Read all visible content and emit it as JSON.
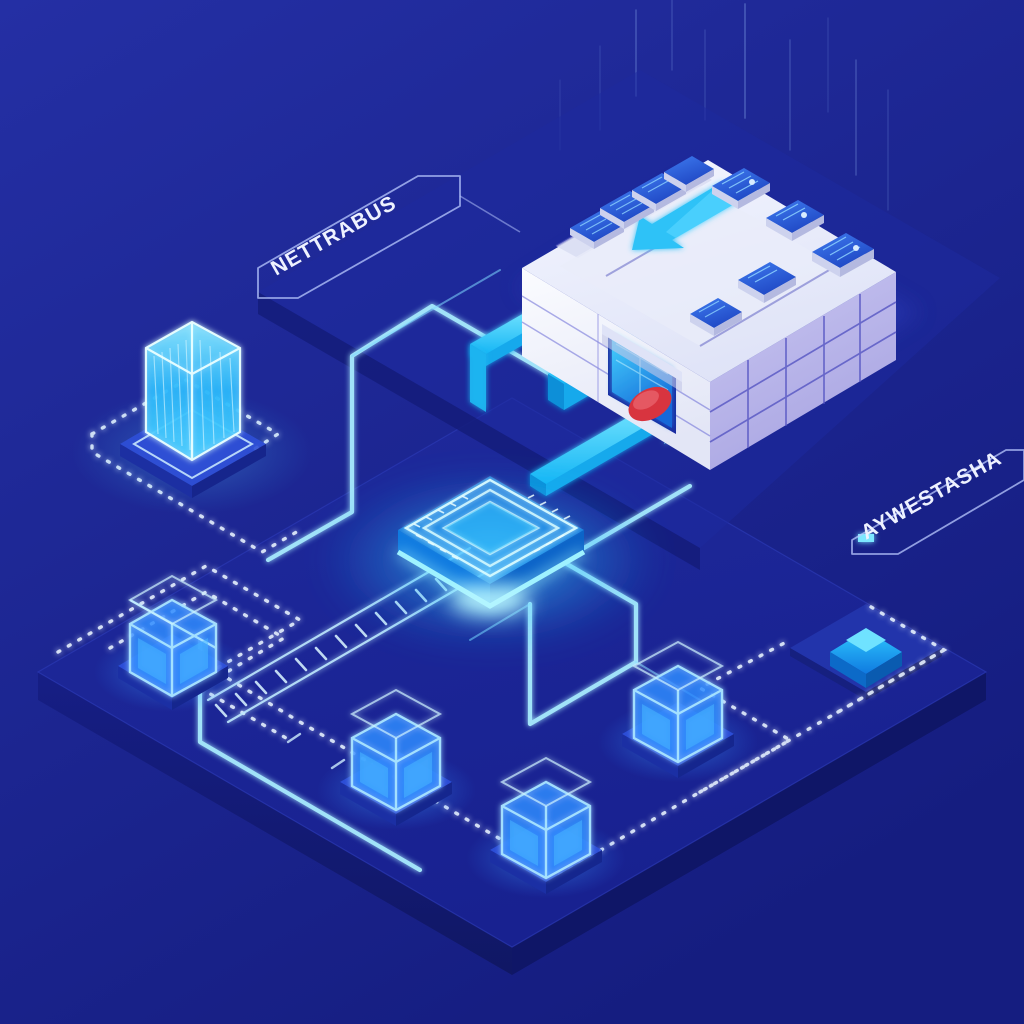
{
  "scene": {
    "title": "Isometric Smart Logistics Network Diagram",
    "background_color": "#1d2796",
    "accent_cyan": "#22d3ff",
    "accent_blue": "#2a6bff",
    "glow_white": "#cfeaff",
    "facade_white": "#f0f2fb",
    "facade_lavender": "#b9b6ea",
    "platform_color": "#1a2390",
    "red_accent": "#d8343f"
  },
  "labels": [
    {
      "id": "label-nettrabus",
      "text": "NETTRABUS",
      "position": "upper-left"
    },
    {
      "id": "label-aywestasha",
      "text": "AYWESTASHA",
      "position": "mid-right"
    }
  ],
  "nodes": [
    {
      "id": "main-warehouse",
      "name": "warehouse-building",
      "kind": "building",
      "roof_units": 9,
      "roof_arrow": "down-left",
      "storefront_display": true
    },
    {
      "id": "data-tower",
      "name": "data-tower",
      "kind": "tower",
      "position": "left"
    },
    {
      "id": "central-hub",
      "name": "central-hub-chip",
      "kind": "hub",
      "position": "center"
    },
    {
      "id": "node-a",
      "name": "cube-node-left",
      "kind": "cube",
      "position": "lower-left"
    },
    {
      "id": "node-b",
      "name": "cube-node-midleft",
      "kind": "cube",
      "position": "bottom-center-left"
    },
    {
      "id": "node-c",
      "name": "cube-node-midbottom",
      "kind": "cube",
      "position": "bottom-center"
    },
    {
      "id": "node-d",
      "name": "cube-node-right",
      "kind": "cube",
      "position": "lower-right"
    },
    {
      "id": "beacon",
      "name": "beacon-marker",
      "kind": "marker",
      "position": "right"
    }
  ],
  "connections": [
    {
      "id": "path-solid-hub-building",
      "style": "solid-glow",
      "from": "central-hub",
      "to": "main-warehouse"
    },
    {
      "id": "path-dashed-tower",
      "style": "dotted",
      "from": "data-tower",
      "to": "central-hub"
    },
    {
      "id": "path-dotted-perimeter",
      "style": "dotted",
      "from": "node-a",
      "to": "beacon"
    },
    {
      "id": "path-track-hub",
      "style": "ladder-track",
      "from": "central-hub",
      "to": "lower-left"
    },
    {
      "id": "arrow-to-building",
      "style": "arrow",
      "from": "central-hub",
      "to": "main-warehouse"
    }
  ]
}
